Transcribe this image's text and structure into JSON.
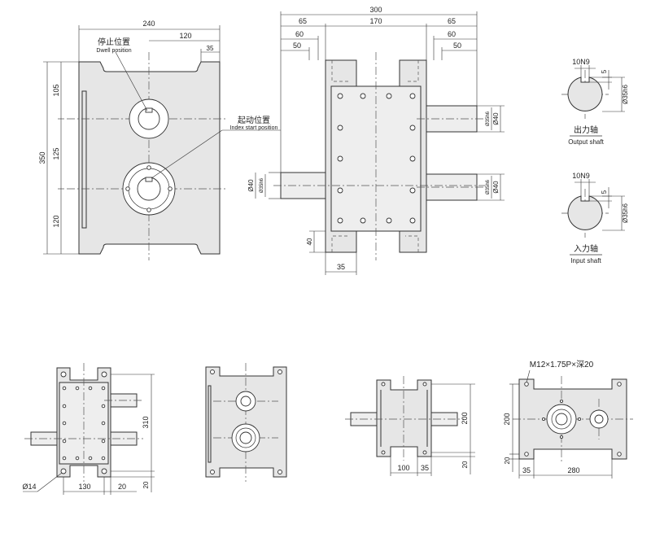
{
  "top_view": {
    "dim_240": "240",
    "dim_120": "120",
    "dim_35": "35",
    "dim_350": "350",
    "dim_105": "105",
    "dim_125": "125",
    "dim_120v": "120",
    "dwell_cn": "停止位置",
    "dwell_en": "Dwell position",
    "index_cn": "起动位置",
    "index_en": "Index start position"
  },
  "front_view": {
    "dim_300": "300",
    "dim_65a": "65",
    "dim_170": "170",
    "dim_65b": "65",
    "dim_60a": "60",
    "dim_60b": "60",
    "dim_50a": "50",
    "dim_50b": "50",
    "dim_d35h6_1": "Ø35h6",
    "dim_d40_1": "Ø40",
    "dim_d40_l": "Ø40",
    "dim_d35h6_l": "Ø35h6",
    "dim_d35h6_2": "Ø35h6",
    "dim_d40_2": "Ø40",
    "dim_40": "40",
    "dim_35": "35"
  },
  "shaft_output": {
    "key": "10N9",
    "depth": "5",
    "dia": "Ø35h6",
    "label_cn": "出力轴",
    "label_en": "Output shaft"
  },
  "shaft_input": {
    "key": "10N9",
    "depth": "5",
    "dia": "Ø35h6",
    "label_cn": "入力轴",
    "label_en": "Input shaft"
  },
  "view_a": {
    "dim_310": "310",
    "dim_20": "20",
    "dim_d14": "Ø14",
    "dim_130": "130",
    "dim_20b": "20"
  },
  "view_c": {
    "dim_200": "200",
    "dim_20": "20",
    "dim_100": "100",
    "dim_35": "35"
  },
  "view_d": {
    "thread": "M12×1.75P×深20",
    "dim_200": "200",
    "dim_20": "20",
    "dim_35": "35",
    "dim_280": "280"
  }
}
